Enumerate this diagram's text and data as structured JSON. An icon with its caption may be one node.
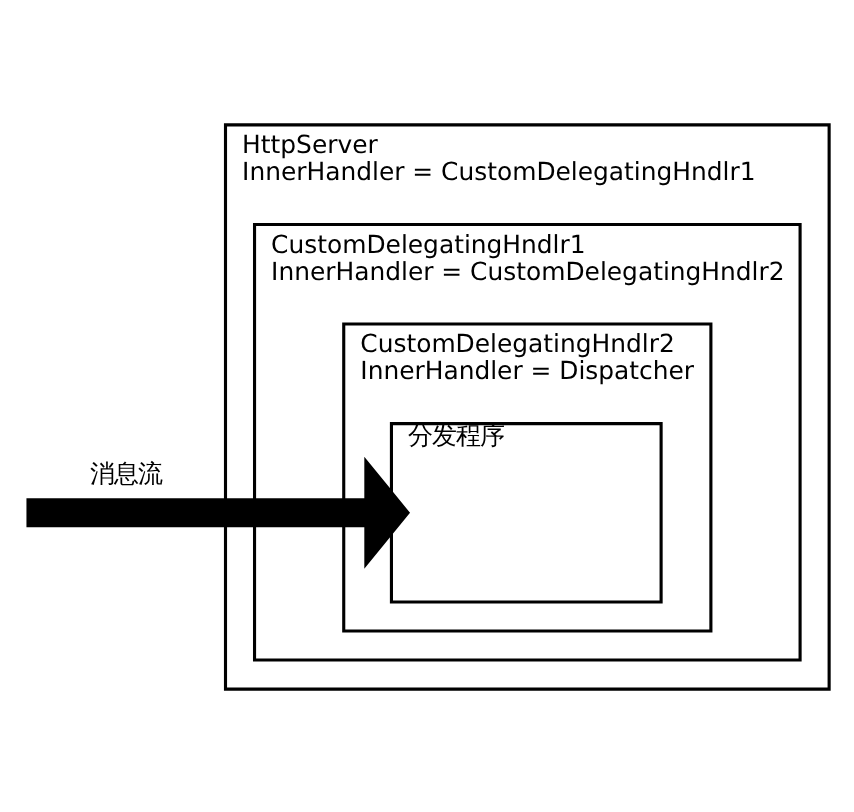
{
  "diagram": {
    "nodes": [
      {
        "text": [
          "HttpServer",
          "InnerHandler = CustomDelegatingHndlr1"
        ]
      },
      {
        "text": [
          "CustomDelegatingHndlr1",
          "InnerHandler = CustomDelegatingHndlr2"
        ],
        "in": 0
      },
      {
        "text": [
          "CustomDelegatingHndlr2",
          "InnerHandler = Dispatcher"
        ],
        "in": 1
      },
      {
        "text": [
          "分发程序"
        ],
        "in": 2
      }
    ],
    "edges": [
      {
        "from": null,
        "to": 3,
        "arrow": "to",
        "label": "消息流"
      }
    ]
  }
}
